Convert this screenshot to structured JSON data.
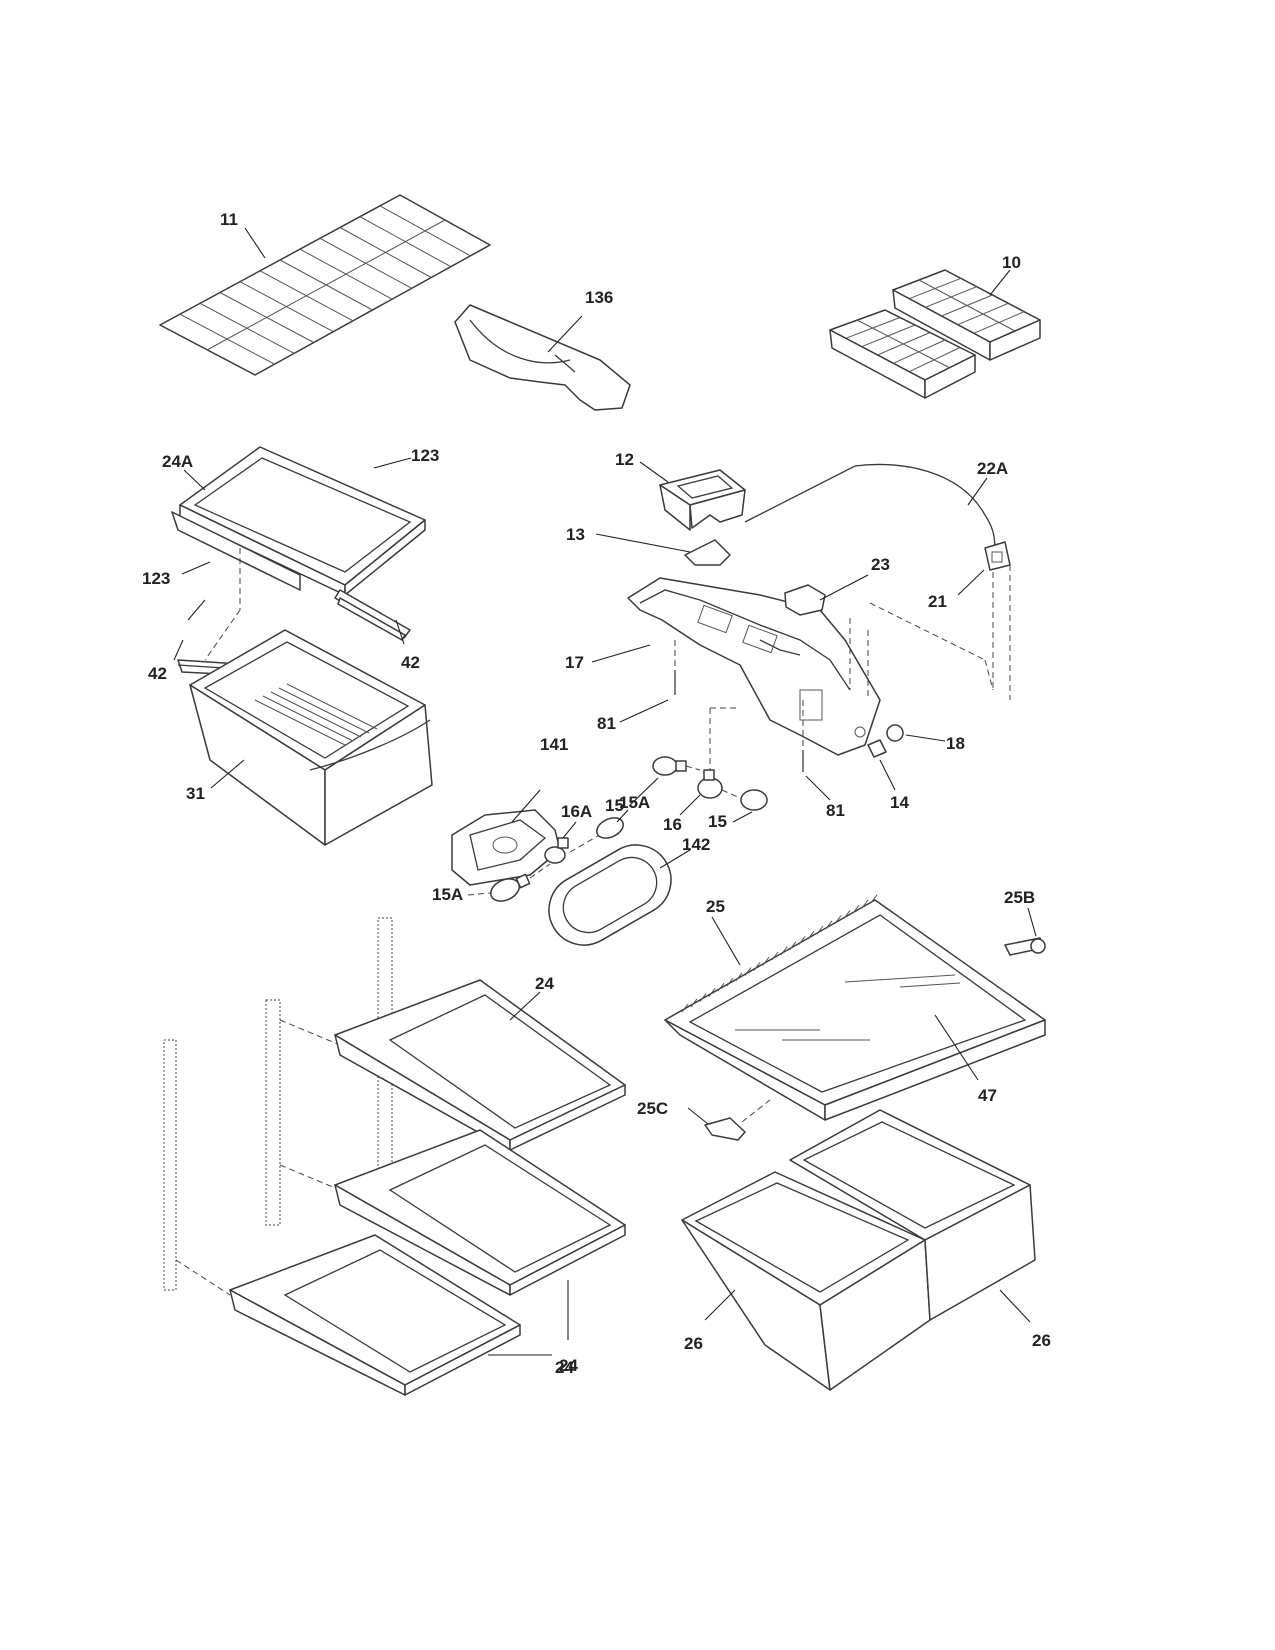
{
  "labels": {
    "p11": "11",
    "p136": "136",
    "p10": "10",
    "p24A": "24A",
    "p123a": "123",
    "p123b": "123",
    "p42a": "42",
    "p42b": "42",
    "p31": "31",
    "p12": "12",
    "p22A": "22A",
    "p13": "13",
    "p23": "23",
    "p21": "21",
    "p17": "17",
    "p81a": "81",
    "p81b": "81",
    "p141": "141",
    "p15a": "15",
    "p15b": "15",
    "p16": "16",
    "p16A": "16A",
    "p15Aa": "15A",
    "p15Ab": "15A",
    "p18": "18",
    "p14": "14",
    "p142": "142",
    "p25B": "25B",
    "p25": "25",
    "p24a": "24",
    "p24b": "24",
    "p24c": "24",
    "p47": "47",
    "p25C": "25C",
    "p26a": "26",
    "p26b": "26"
  }
}
